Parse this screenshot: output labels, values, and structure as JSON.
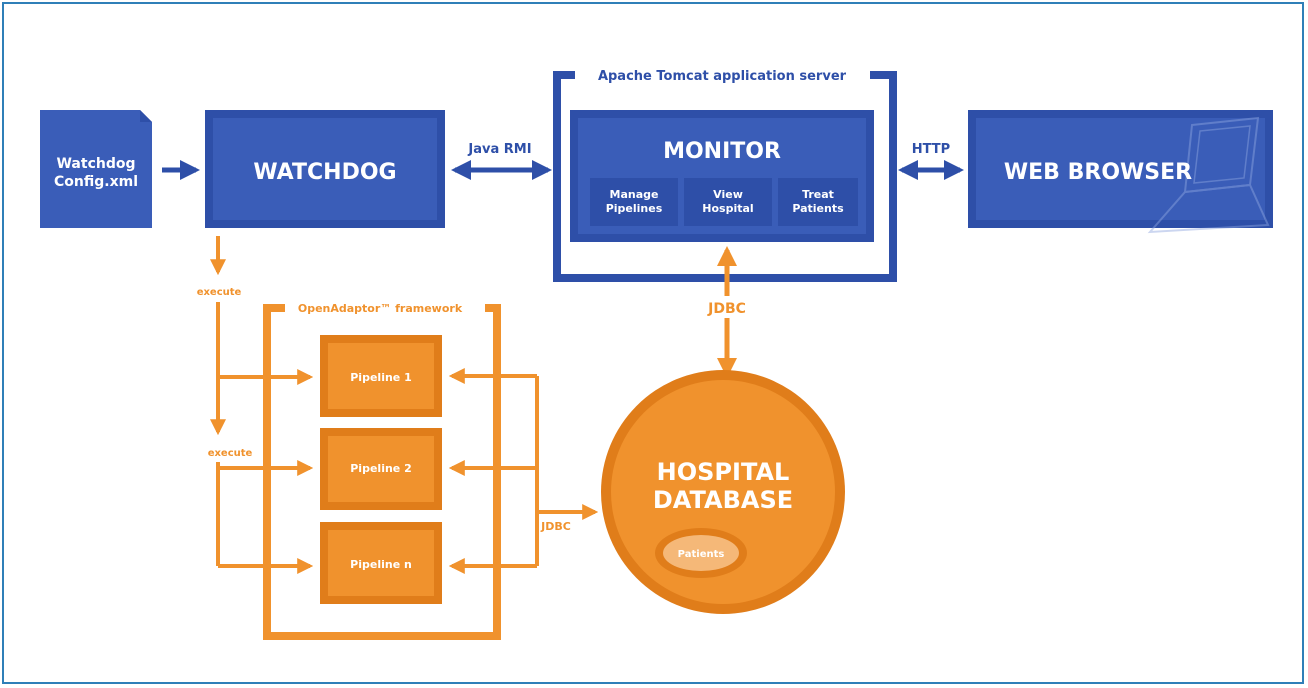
{
  "colors": {
    "blue_dark": "#2e4fa8",
    "blue_mid": "#3a5db8",
    "blue_light": "#4a6cc4",
    "orange": "#f0922d",
    "orange_dark": "#e07d1a",
    "orange_light": "#f5b878",
    "frame_border": "#2f7fb8"
  },
  "nodes": {
    "config": {
      "line1": "Watchdog",
      "line2": "Config.xml"
    },
    "watchdog": {
      "label": "WATCHDOG"
    },
    "tomcat": {
      "label": "Apache Tomcat application server"
    },
    "monitor": {
      "label": "MONITOR",
      "subs": [
        {
          "line1": "Manage",
          "line2": "Pipelines"
        },
        {
          "line1": "View",
          "line2": "Hospital"
        },
        {
          "line1": "Treat",
          "line2": "Patients"
        }
      ]
    },
    "browser": {
      "label": "WEB BROWSER"
    },
    "framework": {
      "label": "OpenAdaptor™ framework"
    },
    "pipelines": [
      "Pipeline 1",
      "Pipeline 2",
      "Pipeline n"
    ],
    "database": {
      "line1": "HOSPITAL",
      "line2": "DATABASE",
      "table": "Patients"
    }
  },
  "edges": {
    "rmi": "Java RMI",
    "http": "HTTP",
    "jdbc_top": "JDBC",
    "jdbc_bottom": "JDBC",
    "execute_1": "execute",
    "execute_2": "execute"
  }
}
